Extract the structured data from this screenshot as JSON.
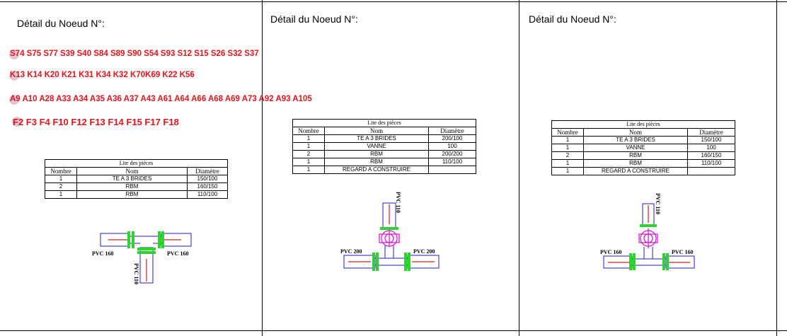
{
  "panels": [
    {
      "title": "Détail du Noeud N°:",
      "node_codes": [
        "S74 S75 S77 S39 S40 S84 S89 S90 S54 S93 S12 S15 S26 S32 S37",
        "K13 K14 K20 K21 K31 K34 K32 K70K69 K22 K56",
        "A9 A10 A28 A33 A34 A35 A36 A37 A43 A61 A64  A66 A68 A69 A73 A92 A93 A105",
        "F2 F3 F4 F10 F12 F13 F14 F15 F17 F18"
      ],
      "table": {
        "caption": "Lite des pièces",
        "headers": [
          "Nombre",
          "Nom",
          "Diamètre"
        ],
        "rows": [
          [
            "1",
            "TE A 3 BRIDES",
            "150/100"
          ],
          [
            "2",
            "RBM",
            "160/150"
          ],
          [
            "1",
            "RBM",
            "110/100"
          ]
        ]
      },
      "drawing_labels": {
        "left": "PVC 160",
        "right": "PVC 160",
        "branch": "PVC 110"
      }
    },
    {
      "title": "Détail du Noeud N°:",
      "table": {
        "caption": "Lite des pièces",
        "headers": [
          "Nombre",
          "Nom",
          "Diamètre"
        ],
        "rows": [
          [
            "1",
            "TE A 3 BRIDES",
            "200/100"
          ],
          [
            "1",
            "VANNE",
            "100"
          ],
          [
            "2",
            "RBM",
            "200/200"
          ],
          [
            "1",
            "RBM",
            "110/100"
          ],
          [
            "1",
            "REGARD A CONSTRUIRE",
            ""
          ]
        ]
      },
      "drawing_labels": {
        "left": "PVC 200",
        "right": "PVC 200",
        "branch": "PVC 110"
      }
    },
    {
      "title": "Détail du Noeud N°:",
      "table": {
        "caption": "Lite des pièces",
        "headers": [
          "Nombre",
          "Nom",
          "Diamètre"
        ],
        "rows": [
          [
            "1",
            "TE A 3 BRIDES",
            "150/100"
          ],
          [
            "1",
            "VANNE",
            "100"
          ],
          [
            "2",
            "RBM",
            "160/150"
          ],
          [
            "1",
            "RBM",
            "110/100"
          ],
          [
            "1",
            "REGARD A CONSTRUIRE",
            ""
          ]
        ]
      },
      "drawing_labels": {
        "left": "PVC 160",
        "right": "PVC 160",
        "branch": "PVC 110"
      }
    }
  ],
  "colors": {
    "node_codes": "#e2141c",
    "pipe_blue": "#1c1cc8",
    "pipe_red": "#d81e1e",
    "flange_green": "#2fd32f",
    "valve_magenta": "#d21ed2"
  }
}
